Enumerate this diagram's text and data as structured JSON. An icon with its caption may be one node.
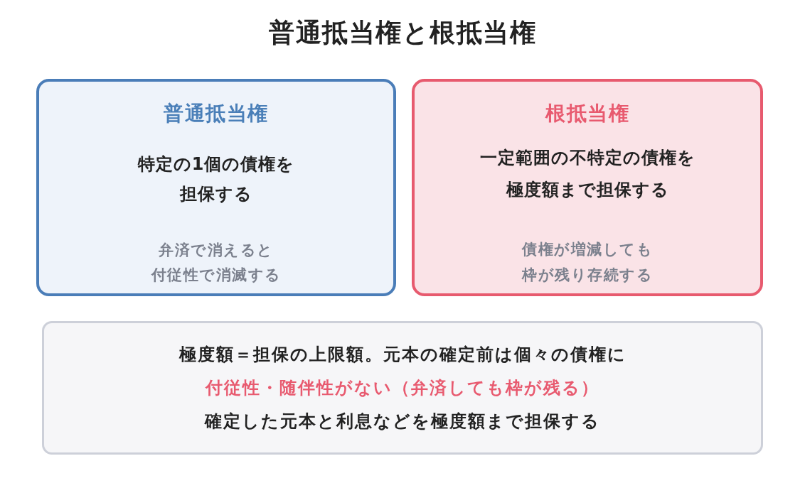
{
  "diagram": {
    "title": "普通抵当権と根抵当権",
    "nodes": [
      {
        "text": [
          "普通抵当権",
          "特定の1個の債権を担保する",
          "弁済で消えると付従性で消滅する"
        ]
      },
      {
        "text": [
          "根抵当権",
          "一定範囲の不特定の債権を極度額まで担保する",
          "債権が増減しても枠が残り存続する"
        ]
      },
      {
        "text": [
          "極度額＝担保の上限額。元本の確定前は個々の債権に",
          "付従性・随伴性がない（弁済しても枠が残る）",
          "確定した元本と利息などを極度額まで担保する"
        ]
      }
    ]
  }
}
